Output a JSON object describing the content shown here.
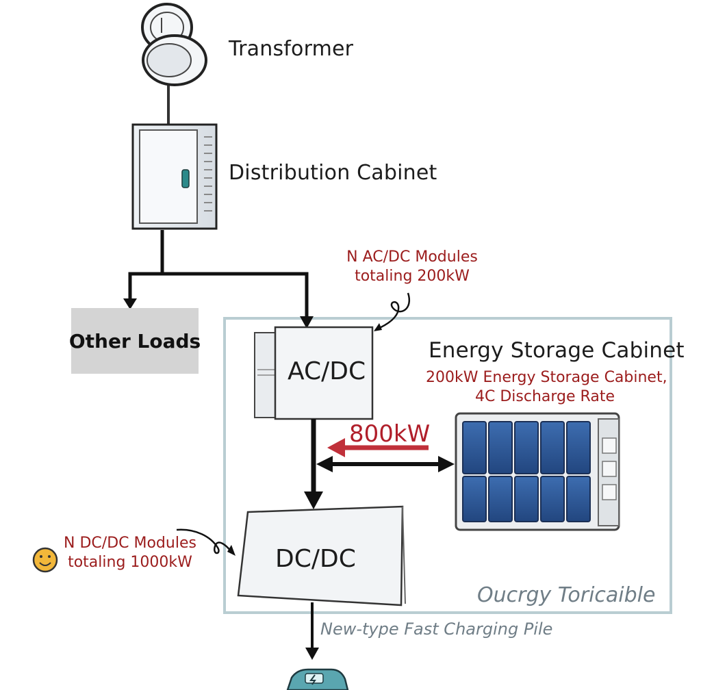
{
  "diagram": {
    "transformer_label": "Transformer",
    "distribution_label": "Distribution Cabinet",
    "other_loads_label": "Other Loads",
    "acdc_label": "AC/DC",
    "acdc_modules_line1": "N AC/DC Modules",
    "acdc_modules_line2": "totaling 200kW",
    "esc_title": "Energy Storage Cabinet",
    "esc_sub_line1": "200kW Energy Storage Cabinet,",
    "esc_sub_line2": "4C Discharge Rate",
    "flow_800kw": "800kW",
    "dcdc_label": "DC/DC",
    "dcdc_modules_line1": "N DC/DC Modules",
    "dcdc_modules_line2": "totaling 1000kW",
    "container_caption": "Oucrgy Toricaible",
    "pile_label": "New-type Fast Charging Pile"
  },
  "colors": {
    "accent_red": "#9b1c1c",
    "container_border": "#b9cdd2",
    "battery_blue": "#2f5e9c",
    "other_loads_fill": "#d4d4d4"
  },
  "icons": [
    "transformer-icon",
    "distribution-cabinet-icon",
    "battery-cabinet-icon",
    "smiley-icon",
    "electric-car-icon"
  ]
}
